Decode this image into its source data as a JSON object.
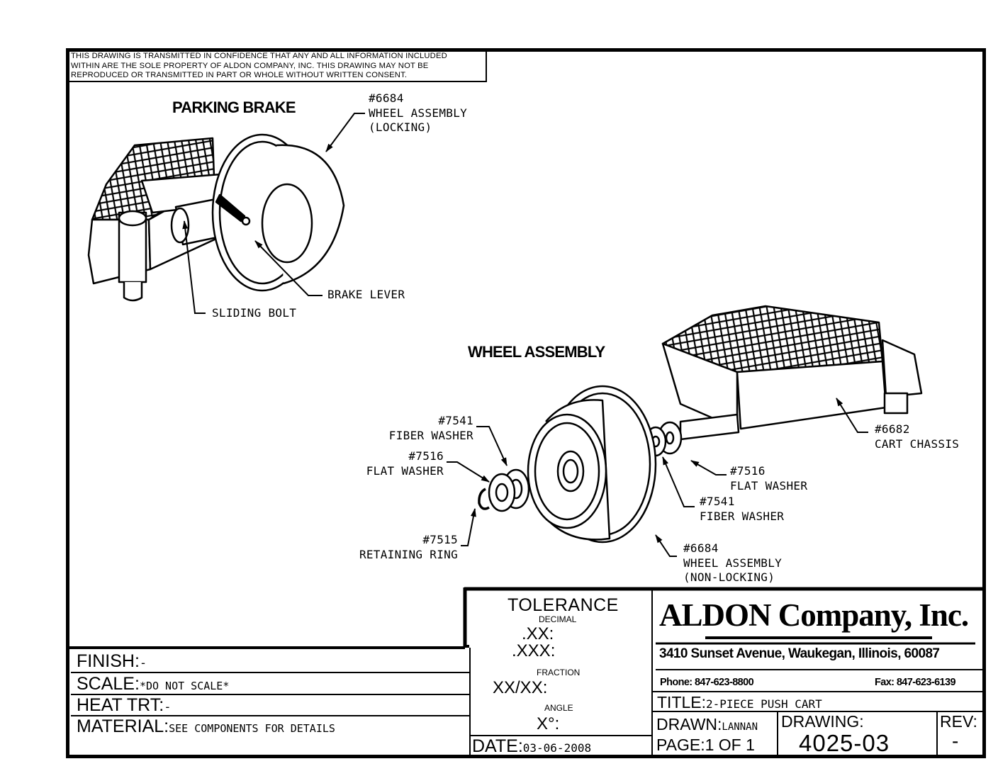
{
  "confidentiality": [
    "THIS DRAWING IS TRANSMITTED IN CONFIDENCE THAT ANY AND ALL INFORMATION INCLUDED",
    "WITHIN ARE THE SOLE PROPERTY OF ALDON COMPANY, INC. THIS DRAWING MAY NOT BE",
    "REPRODUCED OR TRANSMITTED IN PART OR WHOLE WITHOUT WRITTEN CONSENT."
  ],
  "parking_brake": {
    "heading": "PARKING BRAKE",
    "wheel_callout": [
      "#6684",
      "WHEEL ASSEMBLY",
      "(LOCKING)"
    ],
    "brake_lever": "BRAKE LEVER",
    "sliding_bolt": "SLIDING BOLT"
  },
  "wheel_assembly": {
    "heading": "WHEEL ASSEMBLY",
    "fiber_washer_left": [
      "#7541",
      "FIBER WASHER"
    ],
    "flat_washer_left": [
      "#7516",
      "FLAT WASHER"
    ],
    "retaining_ring": [
      "#7515",
      "RETAINING RING"
    ],
    "cart_chassis": [
      "#6682",
      "CART CHASSIS"
    ],
    "flat_washer_right": [
      "#7516",
      "FLAT WASHER"
    ],
    "fiber_washer_right": [
      "#7541",
      "FIBER WASHER"
    ],
    "wheel_callout": [
      "#6684",
      "WHEEL ASSEMBLY",
      "(NON-LOCKING)"
    ]
  },
  "title_block": {
    "finish_label": "FINISH:",
    "finish_value": "-",
    "scale_label": "SCALE:",
    "scale_value": "*DO NOT SCALE*",
    "heat_label": "HEAT TRT:",
    "heat_value": "-",
    "material_label": "MATERIAL:",
    "material_value": "SEE COMPONENTS FOR DETAILS",
    "tolerance_title": "TOLERANCE",
    "decimal_label": "DECIMAL",
    "decimal_xx": ".XX:",
    "decimal_xxx": ".XXX:",
    "fraction_label": "FRACTION",
    "fraction_value": "XX/XX:",
    "angle_label": "ANGLE",
    "angle_value": "X°:",
    "date_label": "DATE:",
    "date_value": "03-06-2008",
    "company": "ALDON Company, Inc.",
    "address": "3410 Sunset Avenue, Waukegan, Illinois, 60087",
    "phone": "Phone: 847-623-8800",
    "fax": "Fax: 847-623-6139",
    "title_label": "TITLE:",
    "title_value": "2-PIECE PUSH CART",
    "drawn_label": "DRAWN:",
    "drawn_value": "LANNAN",
    "page_label": "PAGE:",
    "page_value": "1 OF 1",
    "drawing_label": "DRAWING:",
    "drawing_value": "4025-03",
    "rev_label": "REV:",
    "rev_value": "-"
  }
}
